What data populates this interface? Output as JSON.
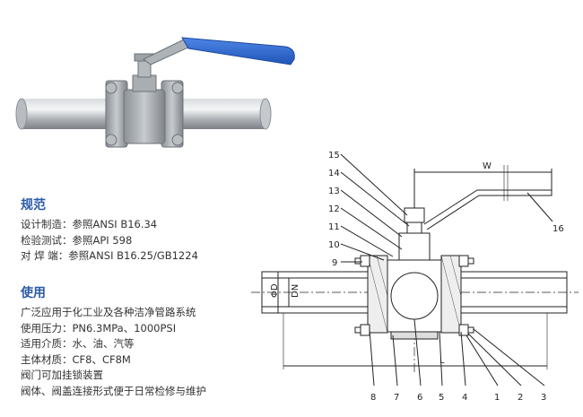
{
  "spec": {
    "title": "规范",
    "lines": [
      "设计制造：参照ANSI B16.34",
      "检验测试：参照API 598",
      "对 焊 端：参照ANSI B16.25/GB1224"
    ]
  },
  "usage": {
    "title": "使用",
    "lines": [
      "广泛应用于化工业及各种洁净管路系统",
      "使用压力：PN6.3MPa、1000PSI",
      "适用介质：水、油、汽等",
      "主体材质：CF8、CF8M",
      "阀门可加挂锁装置",
      "阀体、阀盖连接形式便于日常检修与维护"
    ]
  },
  "drawing": {
    "dim_w": "W",
    "dim_phid": "ΦD",
    "dim_dn": "DN",
    "dim_l": "L",
    "callouts_left": [
      "15",
      "14",
      "13",
      "12",
      "11",
      "10",
      "9"
    ],
    "callout_16": "16",
    "callouts_bottom": [
      "8",
      "7",
      "6",
      "5",
      "4",
      "1",
      "2",
      "3"
    ]
  },
  "colors": {
    "heading": "#2a5aa6",
    "handle": "#2f6ad0",
    "steel": "#9aa0a6"
  }
}
